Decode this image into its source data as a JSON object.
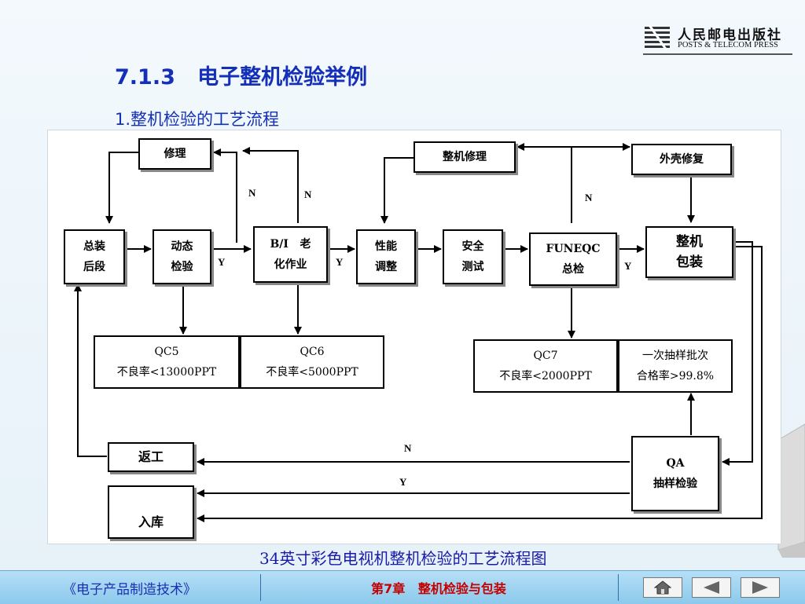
{
  "header": {
    "logo_cn": "人民邮电出版社",
    "logo_en": "POSTS & TELECOM PRESS",
    "section_title": "7.1.3   电子整机检验举例",
    "subtitle": "1.整机检验的工艺流程"
  },
  "diagram": {
    "boxes": {
      "repair": "修理",
      "final_assembly_1": "总装",
      "final_assembly_2": "后段",
      "dynamic_1": "动态",
      "dynamic_2": "检验",
      "burnin_1": "B/I   老",
      "burnin_2": "化作业",
      "perf_1": "性能",
      "perf_2": "调整",
      "safety_1": "安全",
      "safety_2": "测试",
      "funeqc_1": "FUNEQC",
      "funeqc_2": "总检",
      "pack_1": "整机",
      "pack_2": "包装",
      "machine_repair": "整机修理",
      "shell_repair": "外壳修复",
      "qc5_1": "QC5",
      "qc5_2": "不良率<13000PPT",
      "qc6_1": "QC6",
      "qc6_2": "不良率<5000PPT",
      "qc7_1": "QC7",
      "qc7_2": "不良率<2000PPT",
      "sample_1": "一次抽样批次",
      "sample_2": "合格率>99.8%",
      "qa_1": "QA",
      "qa_2": "抽样检验",
      "rework": "返工",
      "warehouse": "入库"
    },
    "labels": {
      "n": "N",
      "y": "Y"
    },
    "caption": "34英寸彩色电视机整机检验的工艺流程图"
  },
  "footer": {
    "book": "《电子产品制造技术》",
    "chapter": "第7章   整机检验与包装",
    "home_icon": "home-icon",
    "prev_icon": "prev-arrow-icon",
    "next_icon": "next-arrow-icon"
  },
  "colors": {
    "title": "#1530b8",
    "footer_bg": "#8cc9ec",
    "chapter_text": "#c40000"
  }
}
